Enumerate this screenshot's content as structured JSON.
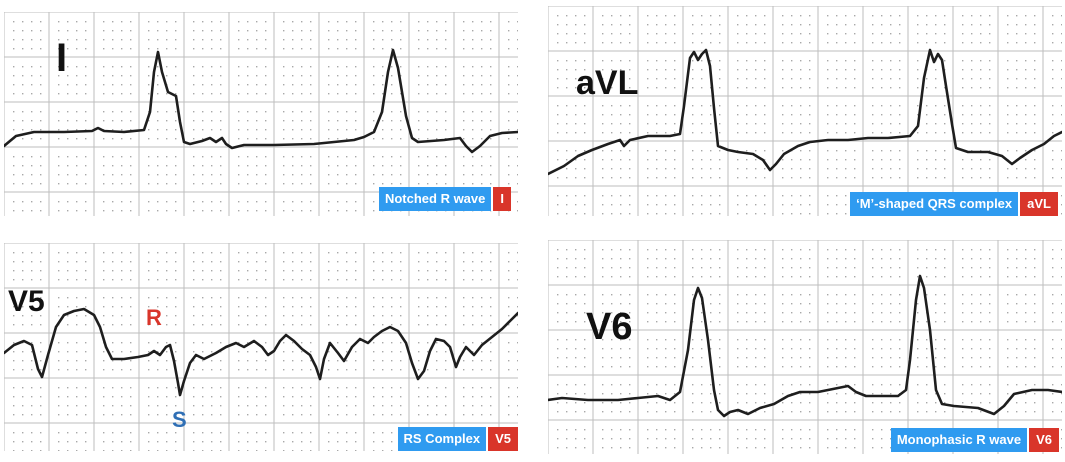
{
  "colors": {
    "grid_major": "#bdbdbd",
    "grid_minor_dot": "#a8a8a8",
    "trace": "#1e1e1e",
    "caption_blue": "#2f9bf0",
    "caption_red": "#d9352a",
    "r_label": "#d9352a",
    "s_label": "#2f6fb5"
  },
  "panels": [
    {
      "id": "I",
      "lead": "I",
      "caption": "Notched R wave",
      "tag": "I"
    },
    {
      "id": "aVL",
      "lead": "aVL",
      "caption": "‘M’-shaped QRS complex",
      "tag": "aVL"
    },
    {
      "id": "V5",
      "lead": "V5",
      "caption": "RS Complex",
      "tag": "V5",
      "wave_labels": {
        "r": "R",
        "s": "S"
      }
    },
    {
      "id": "V6",
      "lead": "V6",
      "caption": "Monophasic R wave",
      "tag": "V6"
    }
  ]
}
